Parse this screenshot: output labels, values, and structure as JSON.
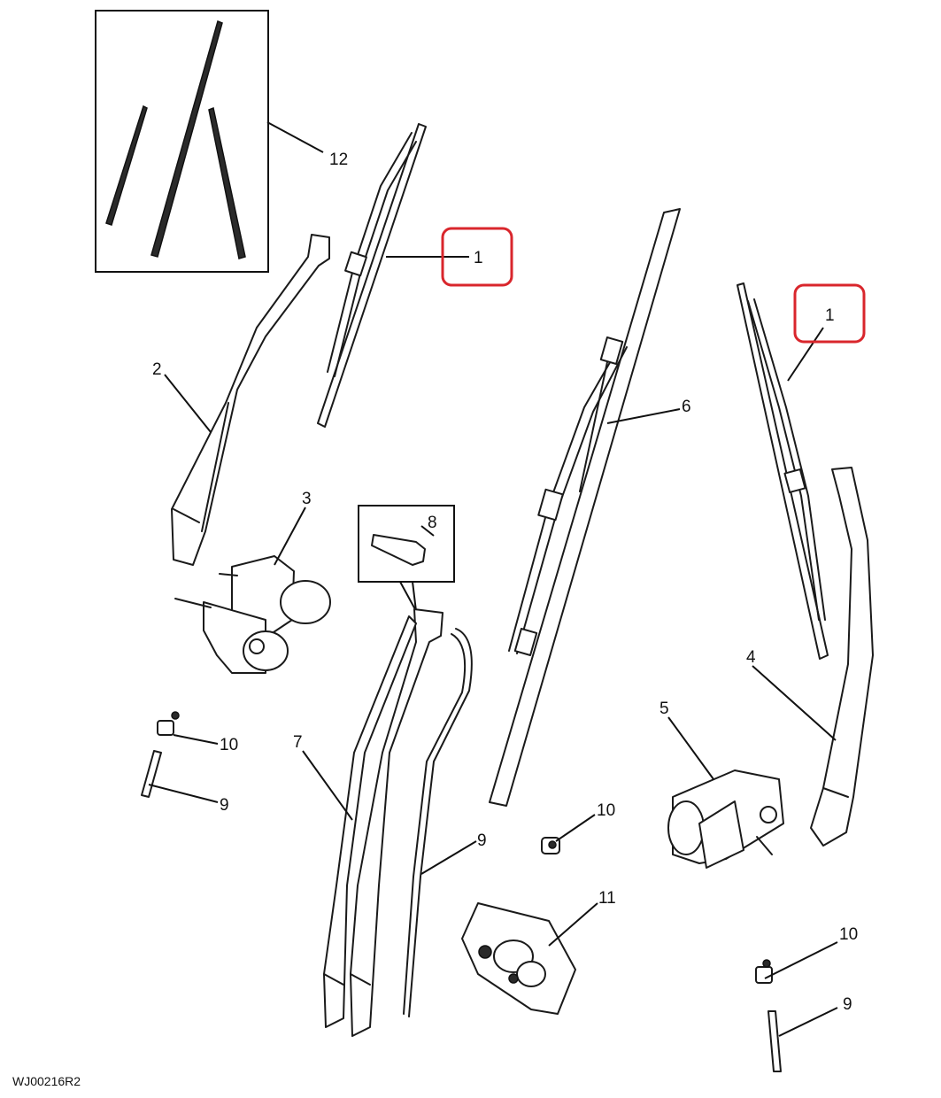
{
  "figure_id": "WJ00216R2",
  "callouts": {
    "c12": "12",
    "c1a": "1",
    "c1b": "1",
    "c2": "2",
    "c3": "3",
    "c4": "4",
    "c5": "5",
    "c6": "6",
    "c7": "7",
    "c8": "8",
    "c9a": "9",
    "c9b": "9",
    "c9c": "9",
    "c10a": "10",
    "c10b": "10",
    "c10c": "10",
    "c11": "11"
  },
  "highlight_color": "#d9262c"
}
